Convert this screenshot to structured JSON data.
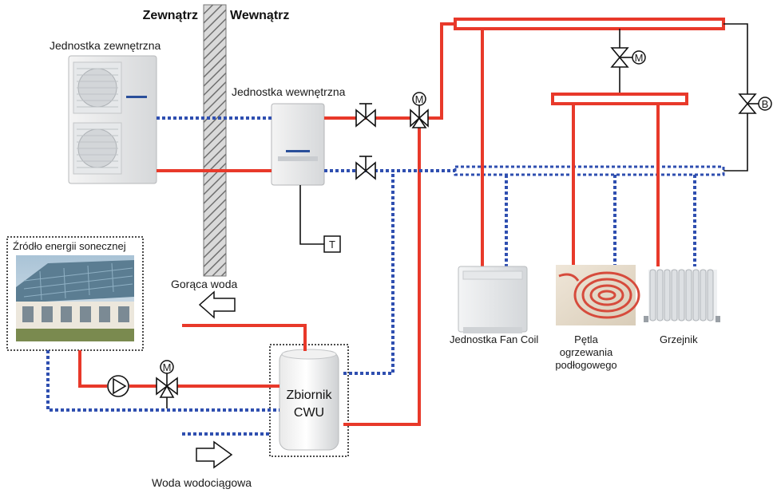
{
  "labels": {
    "outside": "Zewnątrz",
    "inside": "Wewnątrz",
    "outdoor_unit": "Jednostka zewnętrzna",
    "indoor_unit": "Jednostka wewnętrzna",
    "solar_source": "Źródło energii sonecznej",
    "hot_water": "Gorąca woda",
    "tap_water": "Woda wodociągowa",
    "tank_line1": "Zbiornik",
    "tank_line2": "CWU",
    "fan_coil": "Jednostka Fan Coil",
    "floor_loop_line1": "Pętla",
    "floor_loop_line2": "ogrzewania",
    "floor_loop_line3": "podłogowego",
    "radiator": "Grzejnik",
    "thermostat_letter": "T",
    "motor_letter": "M",
    "bypass_letter": "B"
  },
  "colors": {
    "hot_pipe": "#e8392a",
    "cold_pipe": "#2f4fb0"
  }
}
